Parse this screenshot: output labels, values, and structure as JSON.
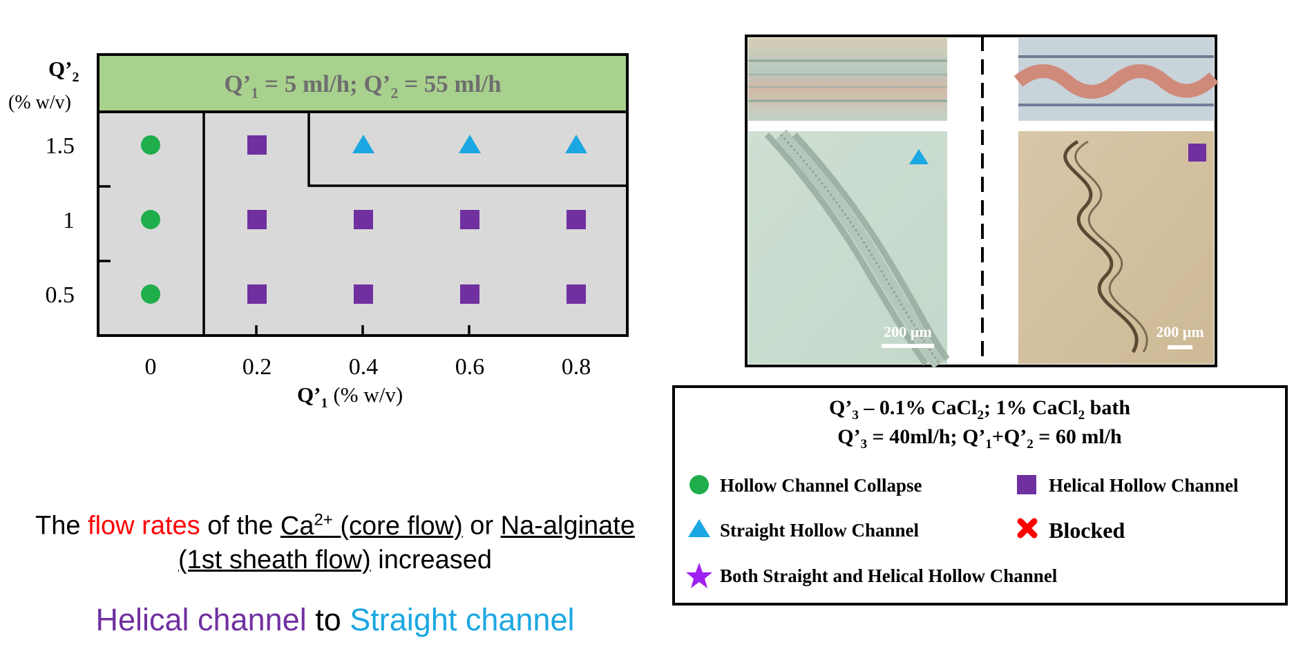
{
  "chart_data": {
    "type": "scatter",
    "x_ticks": [
      "0",
      "0.2",
      "0.4",
      "0.6",
      "0.8"
    ],
    "y_ticks": [
      "0.5",
      "1",
      "1.5"
    ],
    "xlabel_main": "Q’",
    "xlabel_sub": "1",
    "xlabel_unit": "(% w/v)",
    "ylabel_main": "Q’",
    "ylabel_sub": "2",
    "ylabel_unit": "(% w/v)",
    "header": {
      "p1": "Q’",
      "s1": "1",
      "p2": " = 5 ml/h; Q’",
      "s2": "2",
      "p3": " = 55 ml/h"
    },
    "points": [
      {
        "x": 0,
        "y": 1.5,
        "marker": "circle"
      },
      {
        "x": 0,
        "y": 1,
        "marker": "circle"
      },
      {
        "x": 0,
        "y": 0.5,
        "marker": "circle"
      },
      {
        "x": 0.2,
        "y": 1.5,
        "marker": "square"
      },
      {
        "x": 0.2,
        "y": 1,
        "marker": "square"
      },
      {
        "x": 0.2,
        "y": 0.5,
        "marker": "square"
      },
      {
        "x": 0.4,
        "y": 1.5,
        "marker": "triangle"
      },
      {
        "x": 0.4,
        "y": 1,
        "marker": "square"
      },
      {
        "x": 0.4,
        "y": 0.5,
        "marker": "square"
      },
      {
        "x": 0.6,
        "y": 1.5,
        "marker": "triangle"
      },
      {
        "x": 0.6,
        "y": 1,
        "marker": "square"
      },
      {
        "x": 0.6,
        "y": 0.5,
        "marker": "square"
      },
      {
        "x": 0.8,
        "y": 1.5,
        "marker": "triangle"
      },
      {
        "x": 0.8,
        "y": 1,
        "marker": "square"
      },
      {
        "x": 0.8,
        "y": 0.5,
        "marker": "square"
      }
    ],
    "colors": {
      "circle": "#1fae4b",
      "square": "#7030a0",
      "triangle": "#1ba7e2",
      "cross": "#ff0000",
      "star": "#a020f0",
      "header_bg": "#a9d18e",
      "plot_bg": "#d9d9d9"
    }
  },
  "micrographs": {
    "scale_bar_left": "200 µm",
    "scale_bar_right": "200 µm",
    "marker_left": "triangle",
    "marker_right": "square"
  },
  "legend": {
    "cond1": {
      "a": "Q’",
      "b": "3",
      "c": " – 0.1% CaCl",
      "d": "2",
      "e": "; 1% CaCl",
      "f": "2",
      "g": " bath"
    },
    "cond2": {
      "a": "Q’",
      "b": "3",
      "c": " = 40ml/h; Q’",
      "d": "1",
      "e": "+Q’",
      "f": "2",
      "g": " = 60 ml/h"
    },
    "items": {
      "circle": "Hollow Channel Collapse",
      "square": "Helical Hollow Channel",
      "triangle": "Straight Hollow Channel",
      "cross": "Blocked",
      "star": "Both Straight and Helical Hollow Channel"
    }
  },
  "caption": {
    "t1": "The ",
    "t2": "flow rates",
    "t3": " of the ",
    "t4a": "Ca",
    "t4sup": "2+",
    "t4b": " (core flow)",
    "t5": " or ",
    "t6": "Na-alginate",
    "t7": "(1st sheath flow)",
    "t8": " increased",
    "colors": {
      "highlight": "#ff0000"
    }
  },
  "conclusion": {
    "a": "Helical channel",
    "b": " to ",
    "c": "Straight channel",
    "colors": {
      "helical": "#7030a0",
      "straight": "#1ba7e2"
    }
  }
}
